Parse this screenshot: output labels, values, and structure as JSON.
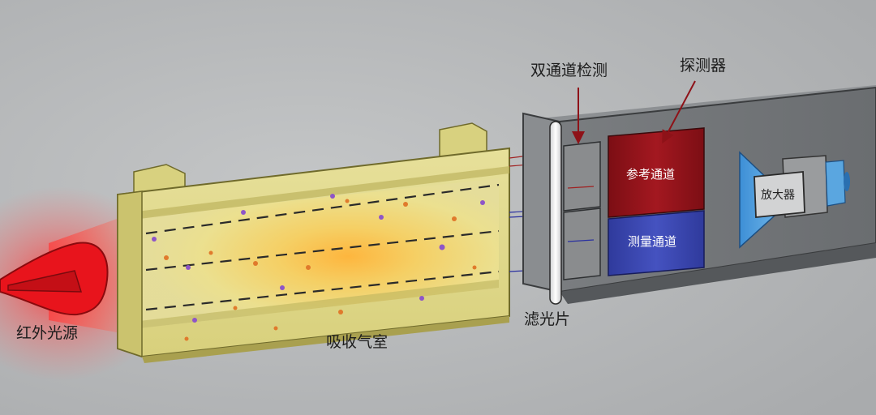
{
  "labels": {
    "infrared_source": "红外光源",
    "absorption_chamber": "吸收气室",
    "filter": "滤光片",
    "dual_channel_detection": "双通道检测",
    "detector": "探测器",
    "reference_channel": "参考通道",
    "measurement_channel": "测量通道",
    "amplifier": "放大器"
  },
  "colors": {
    "background": "#b9bbbd",
    "source_red": "#e8141c",
    "chamber_yellow": "#e9df8a",
    "reference_red": "#8e1218",
    "measurement_blue": "#3540a6",
    "amplifier_blue": "#5aa6e0"
  }
}
